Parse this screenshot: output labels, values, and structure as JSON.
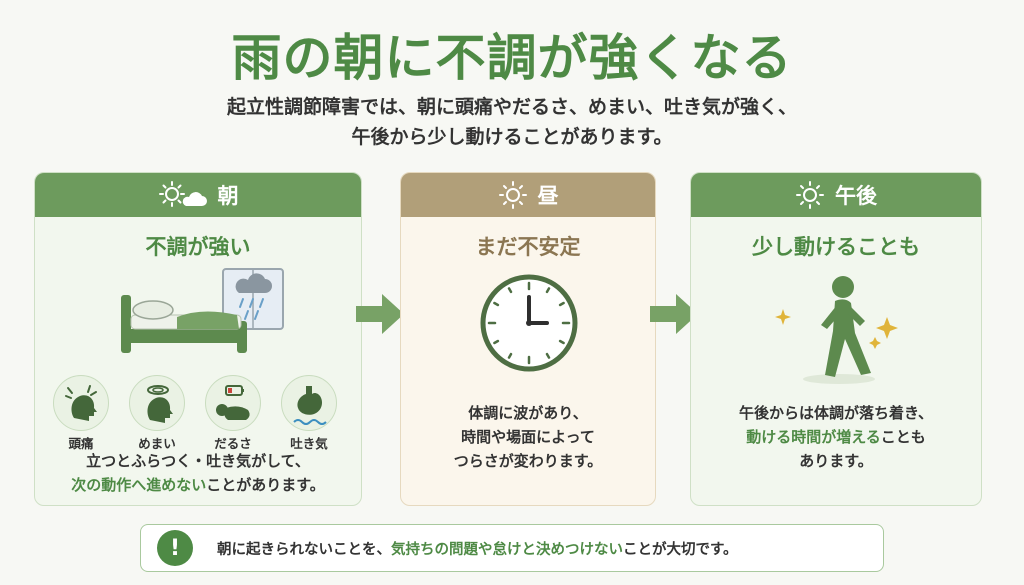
{
  "title": "雨の朝に不調が強くなる",
  "subtitle": {
    "line1": "起立性調節障害では、朝に頭痛やだるさ、めまい、吐き気が強く、",
    "line2": "午後から少し動けることがあります。"
  },
  "cards": {
    "morning": {
      "header": "朝",
      "heading": "不調が強い",
      "symptoms": [
        "頭痛",
        "めまい",
        "だるさ",
        "吐き気"
      ],
      "text1": "立つとふらつく・吐き気がして、",
      "text2_hl": "次の動作へ進めない",
      "text2_rest": "ことがあります。"
    },
    "noon": {
      "header": "昼",
      "heading": "まだ不安定",
      "text1": "体調に波があり、",
      "text2": "時間や場面によって",
      "text3": "つらさが変わります。"
    },
    "afternoon": {
      "header": "午後",
      "heading": "少し動けることも",
      "text1": "午後からは体調が落ち着き、",
      "text2_hl": "動ける時間が増える",
      "text2_rest": "ことも",
      "text3": "あります。"
    }
  },
  "note": {
    "icon": "!",
    "pre": "朝に起きられないことを、",
    "hl": "気持ちの問題や怠けと決めつけない",
    "post": "ことが大切です。"
  },
  "colors": {
    "green": "#4e8a45",
    "header_green": "#6d9b5d",
    "header_tan": "#b19f79"
  }
}
